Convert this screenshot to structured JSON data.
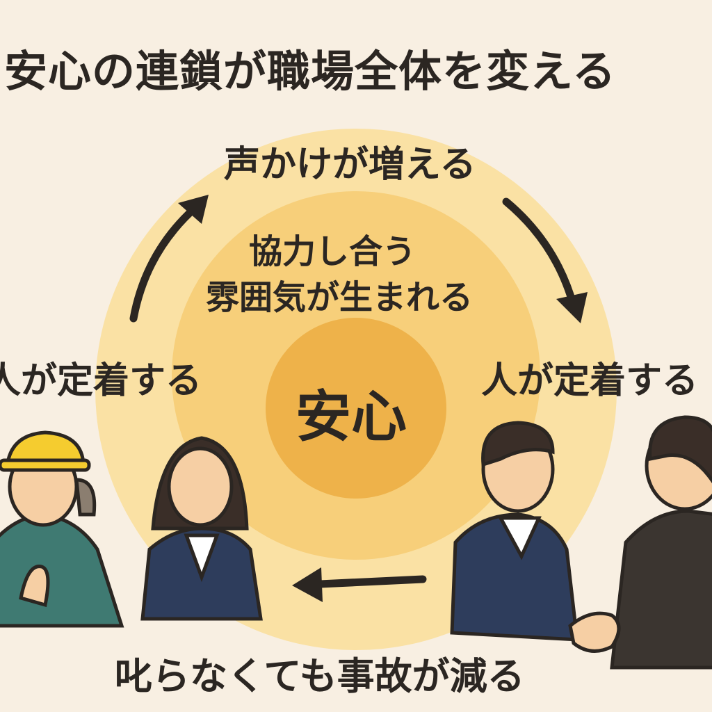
{
  "title": "安心の連鎖が職場全体を変える",
  "cycle": {
    "top": "声かけが増える",
    "middle_line1": "協力し合う",
    "middle_line2": "雰囲気が生まれる",
    "left": "人が定着する",
    "right": "人が定着する",
    "bottom": "叱らなくても事故が減る",
    "center": "安心"
  },
  "colors": {
    "background": "#f8efe2",
    "outer_ring": "#fae1a4",
    "middle_ring": "#f7cf7a",
    "core": "#eeb24a",
    "ink": "#2b2622"
  }
}
